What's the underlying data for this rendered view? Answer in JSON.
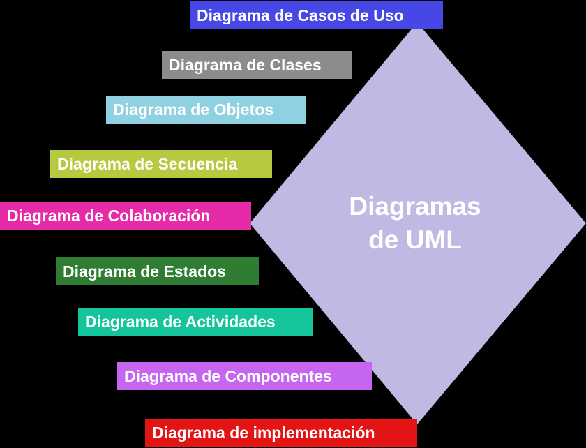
{
  "center": {
    "title_line1": "Diagramas",
    "title_line2": "de UML",
    "color": "#bfb9e3"
  },
  "labels": [
    {
      "text": "Diagrama de Casos de Uso",
      "color": "#4747e6"
    },
    {
      "text": "Diagrama de Clases",
      "color": "#8c8c8c"
    },
    {
      "text": "Diagrama de Objetos",
      "color": "#8fd1e0"
    },
    {
      "text": "Diagrama de Secuencia",
      "color": "#b7c93f"
    },
    {
      "text": "Diagrama de Colaboración",
      "color": "#e52ba8"
    },
    {
      "text": "Diagrama de Estados",
      "color": "#2e7d32"
    },
    {
      "text": "Diagrama de Actividades",
      "color": "#14c49b"
    },
    {
      "text": "Diagrama de Componentes",
      "color": "#c565f0"
    },
    {
      "text": "Diagrama de implementación",
      "color": "#e41414"
    }
  ]
}
